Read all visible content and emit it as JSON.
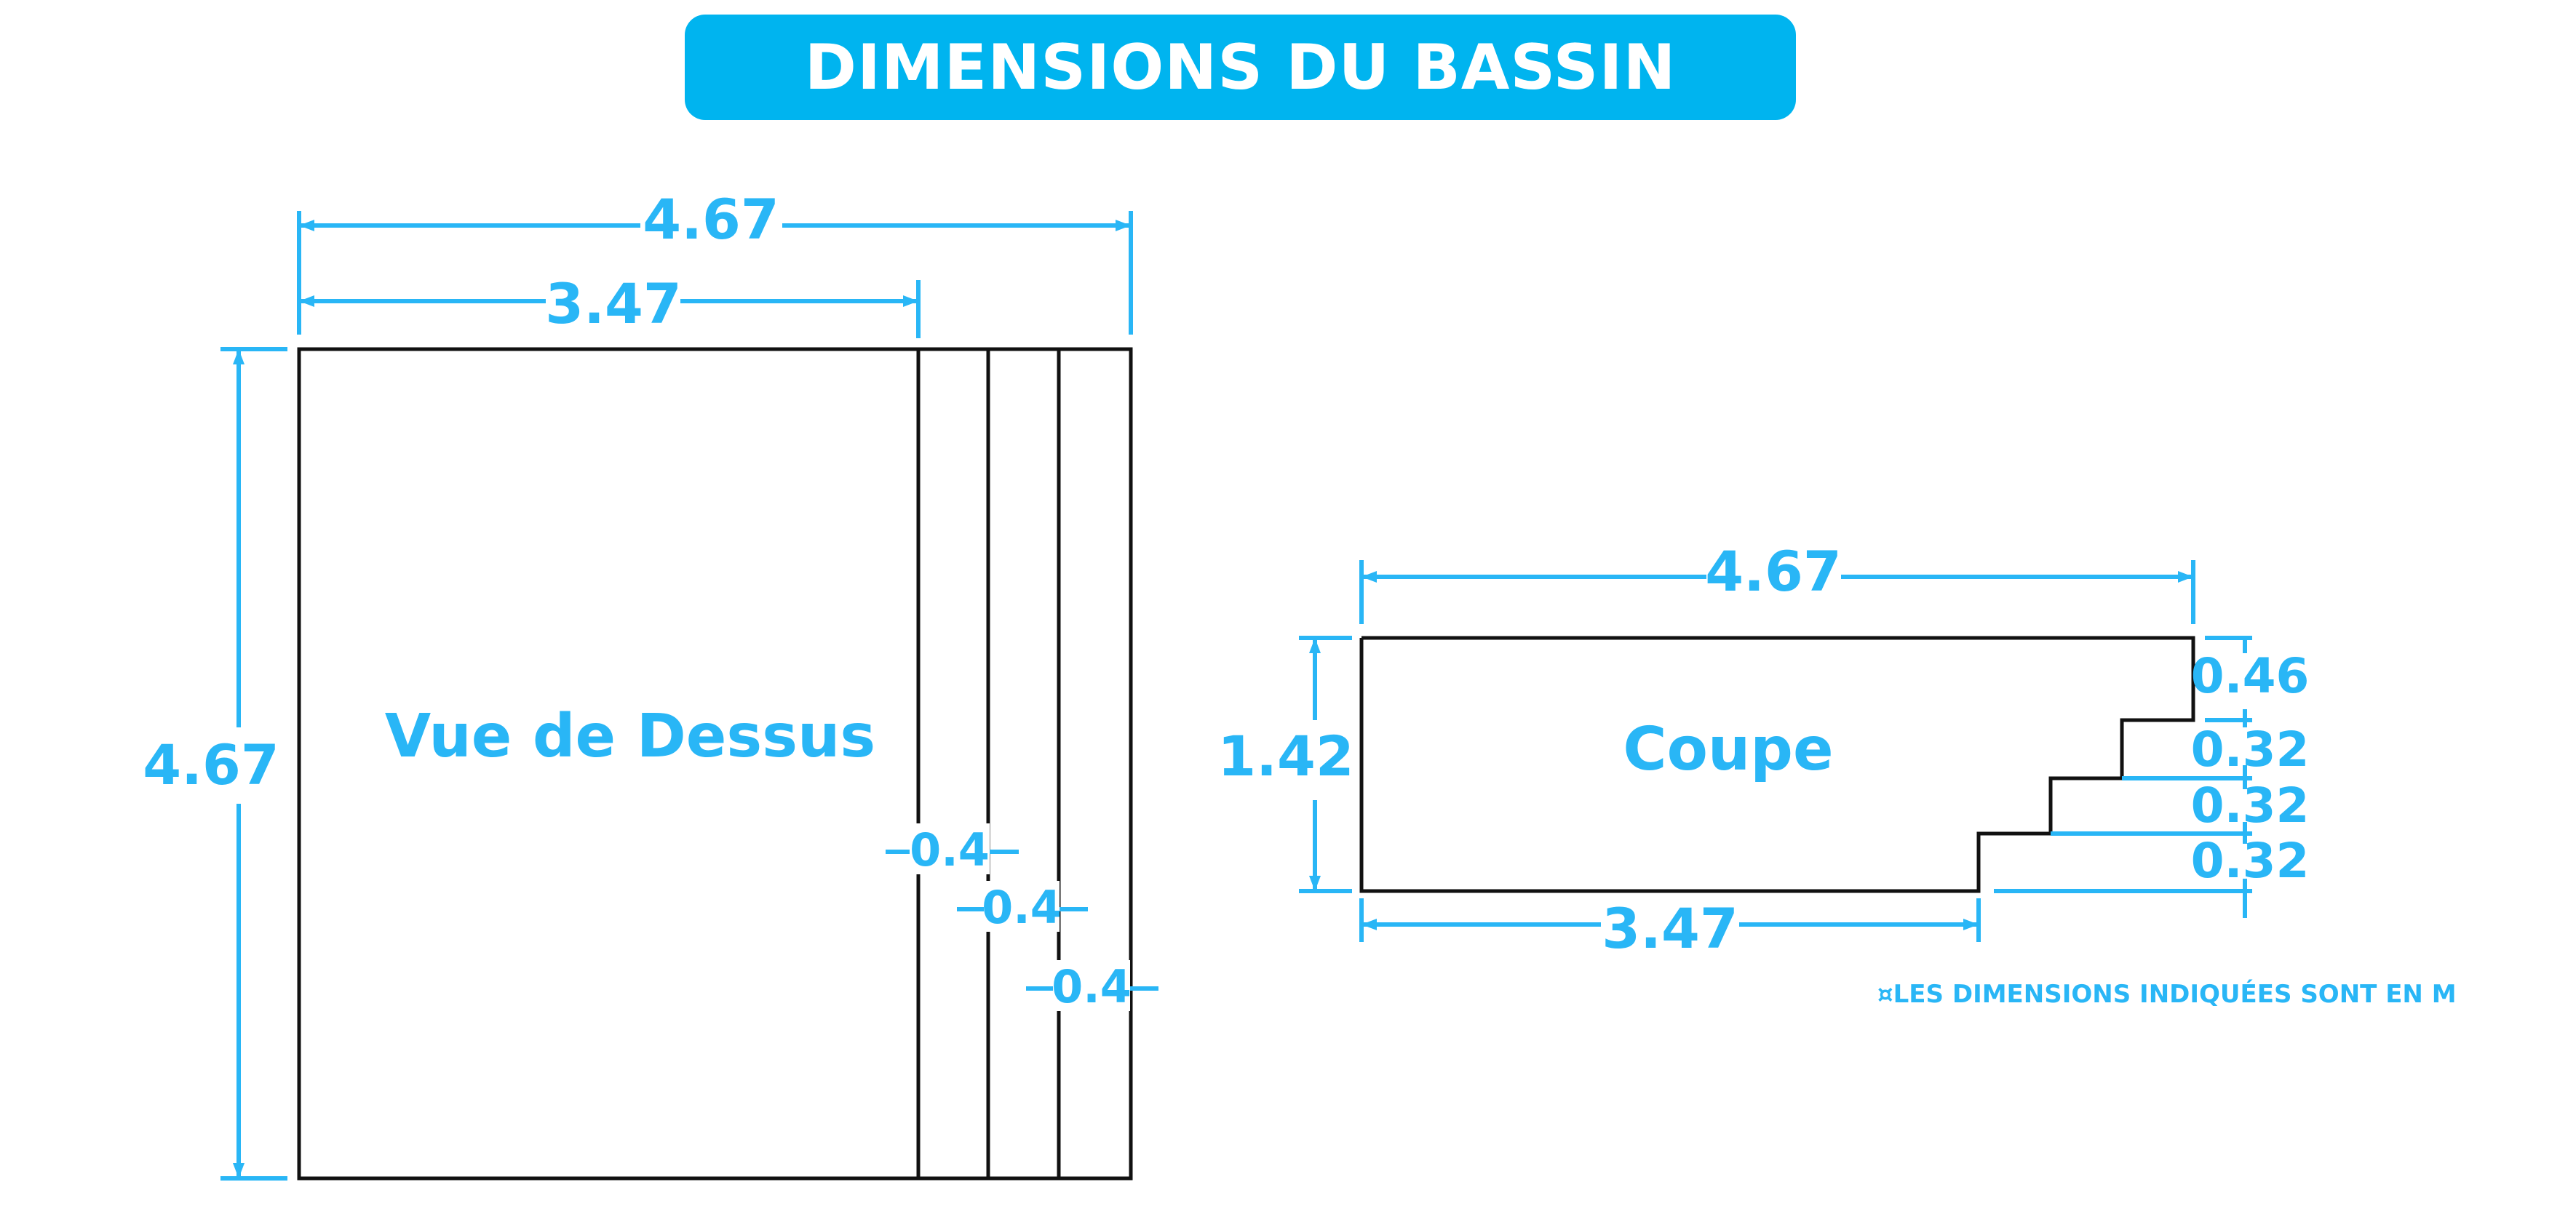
{
  "title": "DIMENSIONS DU BASSIN",
  "top_view": {
    "label": "Vue de Dessus",
    "length_total": "4.67",
    "length_main": "3.47",
    "width": "4.67",
    "step_widths": [
      "0.4",
      "0.4",
      "0.4"
    ]
  },
  "section_view": {
    "label": "Coupe",
    "length_total": "4.67",
    "length_bottom": "3.47",
    "depth": "1.42",
    "step_heights": [
      "0.46",
      "0.32",
      "0.32",
      "0.32"
    ]
  },
  "note": "¤LES DIMENSIONS INDIQUÉES SONT EN M",
  "colors": {
    "accent": "#00b4ef",
    "dimension": "#29b6f6",
    "outline": "#111111",
    "background": "#ffffff"
  }
}
